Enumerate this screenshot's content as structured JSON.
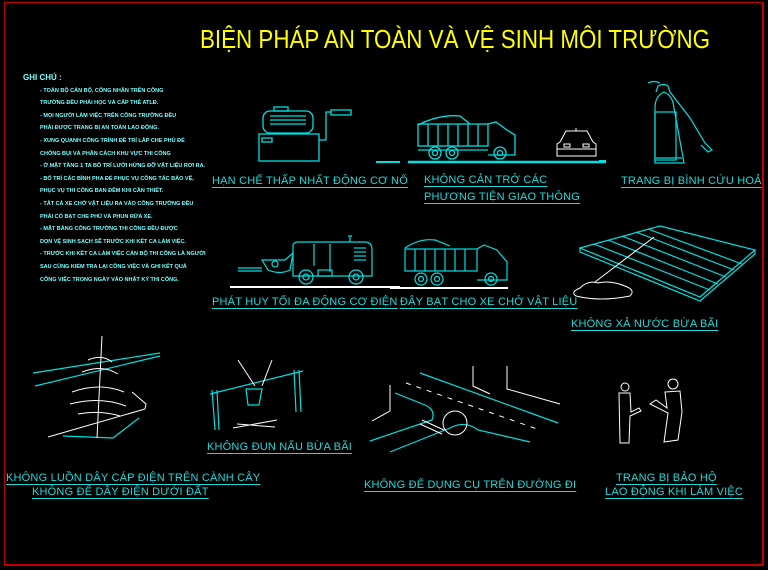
{
  "title": "BIỆN PHÁP AN TOÀN VÀ VỆ SINH MÔI TRƯỜNG",
  "notes": {
    "heading": "GHI CHÚ :",
    "lines": [
      "- TOÀN BỘ CÁN BỘ, CÔNG NHÂN TRÊN CÔNG",
      "TRƯỜNG ĐỀU PHẢI HỌC VÀ CẤP THẺ ATLĐ.",
      "- MỌI NGƯỜI LÀM VIỆC TRÊN CÔNG TRƯỜNG ĐỀU",
      "PHẢI ĐƯỢC TRANG BỊ AN TOÀN LAO ĐỘNG.",
      "- XUNG QUANH CÔNG TRÌNH ĐỀ TRÍ LẮP CHE PHỦ ĐỂ",
      "CHỐNG BỤI VÀ PHÂN CÁCH KHU VỰC THI CÔNG",
      "- Ở MẶT TẦNG 1 TA BỐ TRÍ LƯỚI HỨNG ĐỠ VẬT LIỆU RƠI RA.",
      "- BỐ TRÍ CÁC BÌNH PHA ĐỂ PHỤC VỤ CÔNG TÁC BẢO VỆ,",
      "PHỤC VỤ THI CÔNG BAN ĐÊM KHI CẦN THIẾT.",
      "- TẤT CẢ XE CHỞ VẬT LIỆU RA VÀO CÔNG TRƯỜNG ĐỀU",
      "PHẢI CÓ BẠT CHE PHỦ VÀ PHUN RỬA XE.",
      "- MẶT BẰNG CÔNG TRƯỜNG THI CÔNG ĐỀU ĐƯỢC",
      "DỌN VỆ SINH SẠCH SẼ TRƯỚC KHI KẾT CA LÀM VIỆC.",
      "- TRƯỚC KHI KẾT CA LÀM VIỆC CÁN BỘ THI CÔNG LÀ NGƯỜI",
      "SAU CÙNG KIỂM TRA LẠI CÔNG VIỆC VÀ GHI KẾT QUẢ",
      "CÔNG VIỆC TRONG NGÀY VÀO NHẬT KÝ THI CÔNG."
    ]
  },
  "captions": {
    "engine": "HẠN CHẾ THẤP NHẤT ĐỘNG CƠ NỔ",
    "traffic_1": "KHÔNG CẢN TRỞ CÁC",
    "traffic_2": "PHƯƠNG TIỆN GIAO THÔNG",
    "extinguisher": "TRANG BỊ BÌNH CỨU HOẢ",
    "electric": "PHÁT HUY TỐI ĐA ĐỘNG CƠ ĐIỆN",
    "tarp": "ĐẬY BẠT CHO XE CHỞ VẬT LIỆU",
    "water": "KHÔNG XẢ NƯỚC BỪA BÃI",
    "cable_1": "KHÔNG LUỒN DÂY CÁP ĐIỆN TRÊN CÀNH CÂY",
    "cable_2": "KHÔNG ĐỂ DÂY ĐIỆN DƯỚI ĐẤT",
    "cooking": "KHÔNG ĐUN NẤU BỪA BÃI",
    "road": "KHÔNG ĐỂ DỤNG CỤ TRÊN ĐƯỜNG ĐI",
    "ppe_1": "TRANG BỊ BẢO HỘ",
    "ppe_2": "LAO ĐỘNG KHI LÀM VIỆC"
  },
  "colors": {
    "background": "#000000",
    "title": "#ffff00",
    "line": "#00e0e0",
    "white": "#ffffff",
    "frame": "#c00000"
  }
}
